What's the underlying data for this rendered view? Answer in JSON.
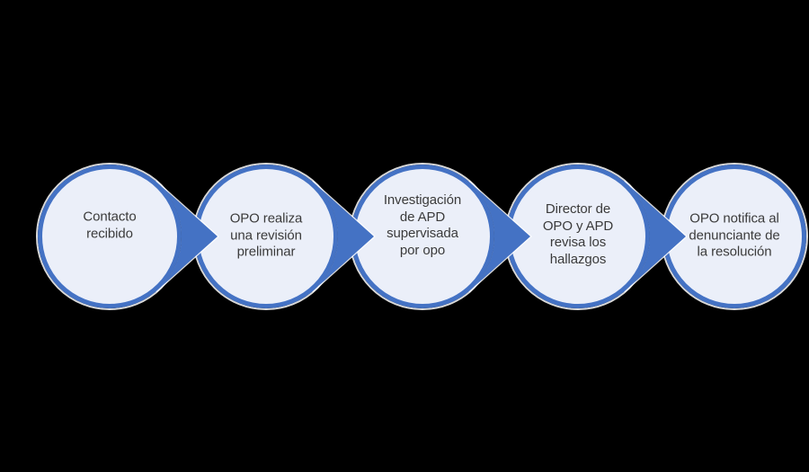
{
  "background": "#000000",
  "diagram": {
    "type": "process-flow",
    "accent_color": "#4472C4",
    "circle_fill": "#EBEFF9",
    "halo_color": "#FFFFFF",
    "text_color": "#3B3B3B",
    "steps": [
      {
        "label": "Contacto recibido",
        "lines": [
          "Contacto",
          "recibido"
        ]
      },
      {
        "label": "OPO realiza una revisión preliminar",
        "lines": [
          "OPO realiza",
          "una revisión",
          "preliminar"
        ]
      },
      {
        "label": "Investigación de APD supervisada por opo",
        "lines": [
          "Investigación",
          "de APD",
          "supervisada",
          "por opo"
        ]
      },
      {
        "label": "Director de OPO y APD revisa los hallazgos",
        "lines": [
          "Director de",
          "OPO y APD",
          "revisa los",
          "hallazgos"
        ]
      },
      {
        "label": "OPO notifica al denunciante de la resolución",
        "lines": [
          "OPO notifica al",
          "denunciante de",
          "la resolución"
        ]
      }
    ]
  }
}
